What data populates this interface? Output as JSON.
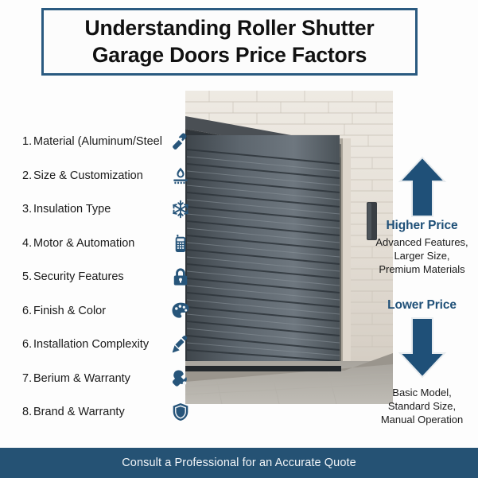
{
  "title": {
    "line1": "Understanding Roller Shutter",
    "line2": "Garage Doors Price Factors"
  },
  "factors": [
    {
      "num": "1.",
      "label": "Material (Aluminum/Steel",
      "icon": "hammer-icon"
    },
    {
      "num": "2.",
      "label": "Size & Customization",
      "icon": "flame-burner-icon"
    },
    {
      "num": "3.",
      "label": "Insulation Type",
      "icon": "snowflake-icon"
    },
    {
      "num": "4.",
      "label": "Motor & Automation",
      "icon": "remote-control-icon"
    },
    {
      "num": "5.",
      "label": "Security Features",
      "icon": "padlock-icon"
    },
    {
      "num": "6.",
      "label": "Finish & Color",
      "icon": "paint-palette-icon"
    },
    {
      "num": "6.",
      "label": "Installation Complexity",
      "icon": "paintbrush-icon"
    },
    {
      "num": "7.",
      "label": "Berium & Warranty",
      "icon": "wrench-icon"
    },
    {
      "num": "8.",
      "label": "Brand & Warranty",
      "icon": "shield-icon"
    }
  ],
  "price_scale": {
    "higher": {
      "heading": "Higher Price",
      "details": [
        "Advanced Features,",
        "Larger Size,",
        "Premium Materials"
      ],
      "arrow": "arrow-up-icon"
    },
    "lower": {
      "heading": "Lower Price",
      "details": [
        "Basic Model,",
        "Standard Size,",
        "Manual Operation"
      ],
      "arrow": "arrow-down-icon"
    }
  },
  "photo": {
    "alt": "grey roller shutter garage door on white brick house"
  },
  "footer": {
    "text": "Consult a Professional for an Accurate Quote"
  },
  "colors": {
    "accent_blue": "#1f5078",
    "footer_blue": "#255274",
    "title_border": "#2a5a80",
    "icon_blue": "#27557a",
    "text_dark": "#1a1a1a"
  }
}
